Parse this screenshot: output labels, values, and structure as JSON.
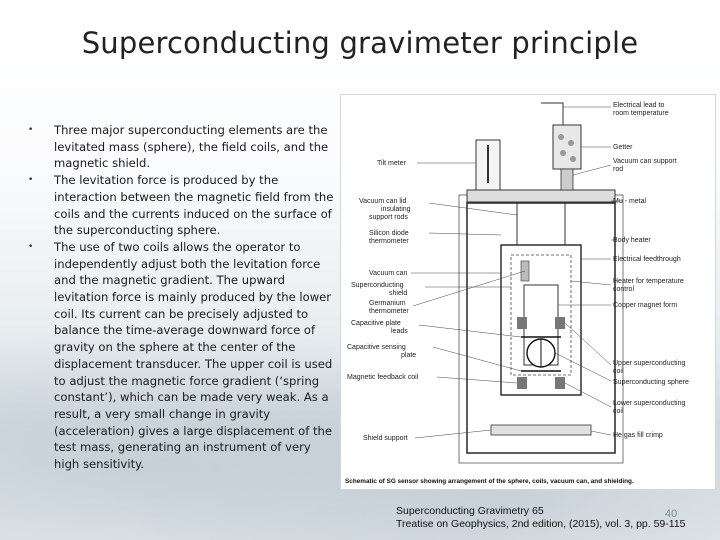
{
  "slide": {
    "title": "Superconducting gravimeter principle",
    "page_number": "40",
    "bullets": [
      "Three major superconducting elements are the levitated mass (sphere), the field coils, and the magnetic shield.",
      "The levitation force is produced by the interaction between the magnetic field from the coils and the currents induced on the surface of the superconducting sphere.",
      "The use of two coils allows the operator to independently adjust both the levitation force and the magnetic gradient. The upward levitation force is mainly produced by the lower coil. Its current can be precisely adjusted to balance the time-average downward force of gravity on the sphere at the center of the displacement transducer. The upper coil is used to adjust the magnetic force gradient (‘spring constant’), which can be made very weak. As a result, a very small change in gravity (acceleration) gives a large displacement of the test mass, generating an instrument of very high sensitivity."
    ],
    "reference": {
      "line1": "Superconducting Gravimetry 65",
      "line2": "Treatise on Geophysics, 2nd edition, (2015), vol. 3, pp. 59-115"
    }
  },
  "figure": {
    "caption": "Schematic of SG sensor showing arrangement of the sphere, coils, vacuum can, and shielding.",
    "labels_left": [
      "Tilt meter",
      "Vacuum can lid",
      "insulating",
      "support rods",
      "Silicon diode",
      "thermometer",
      "Vacuum can",
      "Superconducting",
      "shield",
      "Germanium",
      "thermometer",
      "Capacitive plate",
      "leads",
      "Capacitive sensing",
      "plate",
      "Magnetic feedback coil",
      "Shield support"
    ],
    "labels_right": [
      "Electrical lead to",
      "room temperature",
      "Getter",
      "Vacuum can support",
      "rod",
      "Mu - metal",
      "Body heater",
      "Electrical feedthrough",
      "Heater for temperature",
      "control",
      "Copper magnet form",
      "Upper superconducting",
      "coil",
      "Superconducting sphere",
      "Lower superconducting",
      "coil",
      "He gas fill crimp"
    ]
  }
}
